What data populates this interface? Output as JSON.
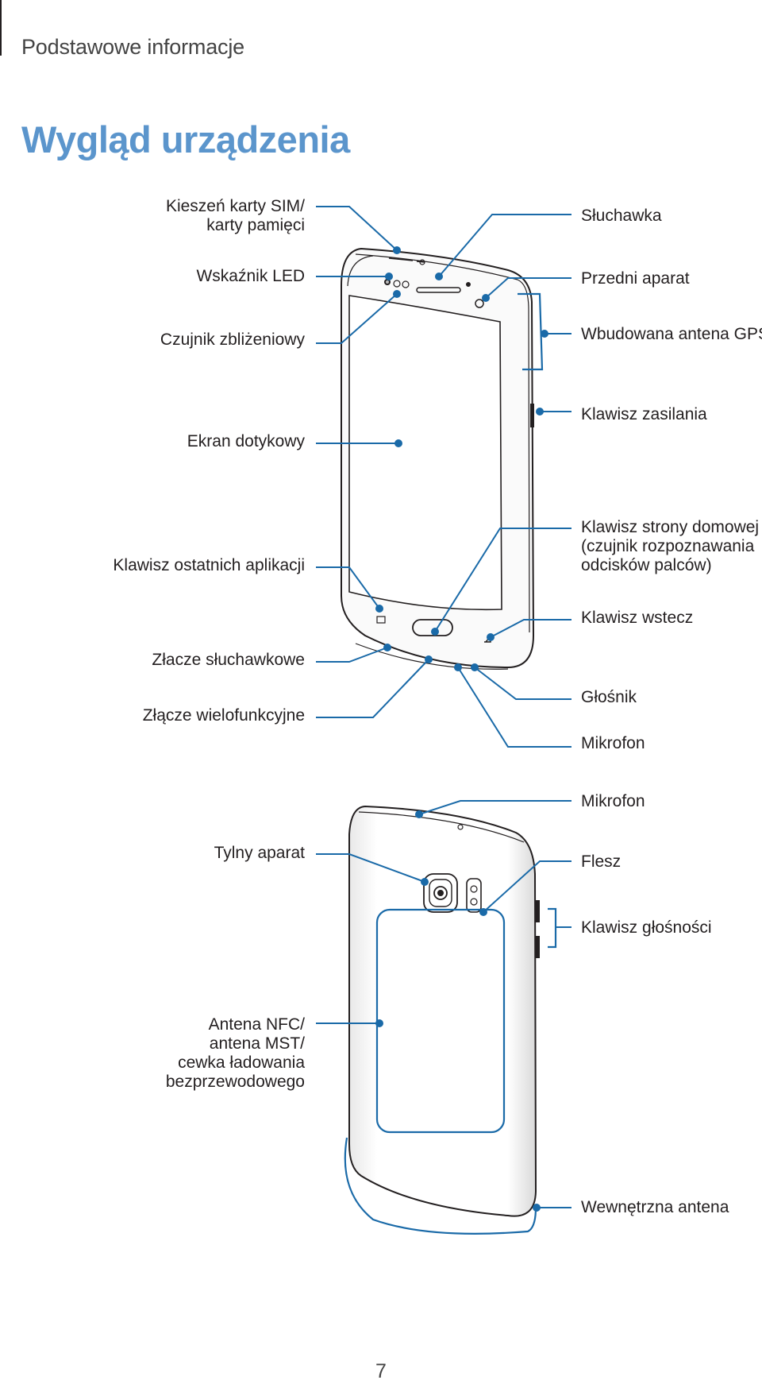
{
  "header": {
    "section": "Podstawowe informacje",
    "title": "Wygląd urządzenia"
  },
  "front_labels": {
    "sim": "Kieszeń karty SIM/\nkarty pamięci",
    "led": "Wskaźnik LED",
    "proximity": "Czujnik zbliżeniowy",
    "touchscreen": "Ekran dotykowy",
    "recent": "Klawisz ostatnich aplikacji",
    "earjack": "Złacze słuchawkowe",
    "multipurpose": "Złącze wielofunkcyjne",
    "receiver": "Słuchawka",
    "front_camera": "Przedni aparat",
    "gps": "Wbudowana antena GPS",
    "power": "Klawisz zasilania",
    "home": "Klawisz strony domowej\n(czujnik rozpoznawania\nodcisków palców)",
    "back": "Klawisz wstecz",
    "speaker": "Głośnik",
    "mic_bottom": "Mikrofon"
  },
  "back_labels": {
    "mic_top": "Mikrofon",
    "rear_camera": "Tylny aparat",
    "flash": "Flesz",
    "volume": "Klawisz głośności",
    "nfc": "Antena NFC/\nantena MST/\ncewka ładowania\nbezprzewodowego",
    "antenna": "Wewnętrzna antena"
  },
  "page_number": "7",
  "colors": {
    "accent": "#5b95cc",
    "callout": "#1a6aa8",
    "outline": "#231f20"
  }
}
